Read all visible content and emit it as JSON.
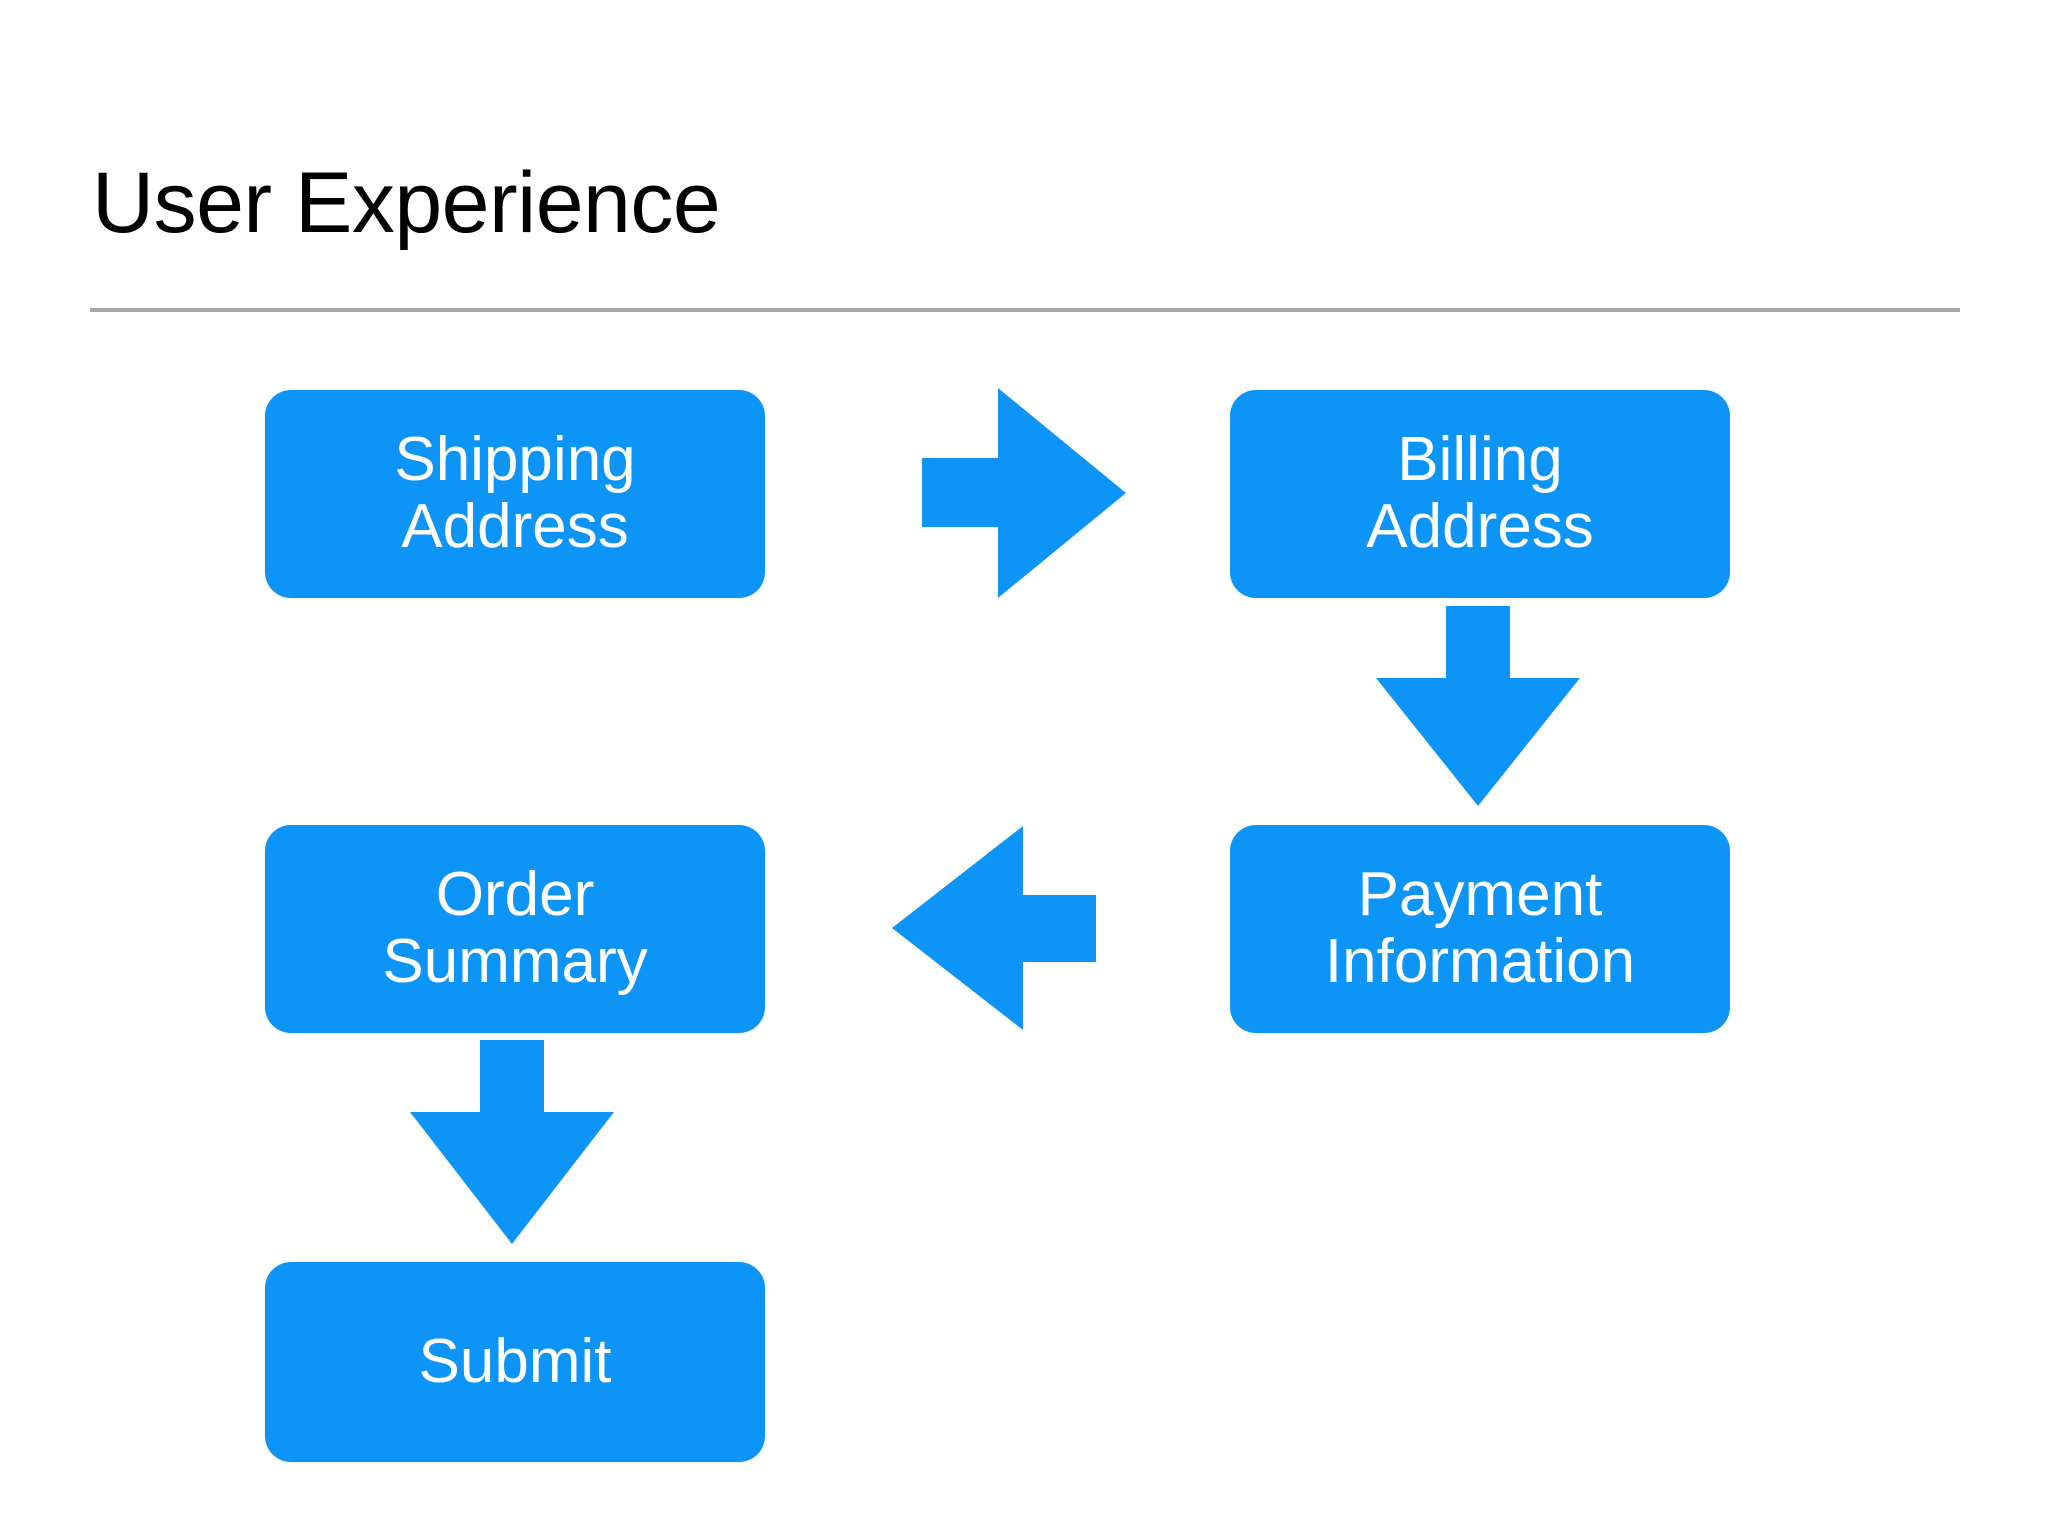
{
  "slide": {
    "title": "User Experience",
    "background_color": "#ffffff",
    "divider_color": "#a6a6a6",
    "accent_color": "#0d94f7",
    "text_on_accent_color": "#ffffff",
    "title_color": "#000000"
  },
  "diagram": {
    "type": "flowchart",
    "nodes": [
      {
        "id": "shipping",
        "label": "Shipping\nAddress",
        "shape": "rounded-rectangle",
        "color": "#0d94f7"
      },
      {
        "id": "billing",
        "label": "Billing\nAddress",
        "shape": "rounded-rectangle",
        "color": "#0d94f7"
      },
      {
        "id": "order",
        "label": "Order\nSummary",
        "shape": "rounded-rectangle",
        "color": "#0d94f7"
      },
      {
        "id": "payment",
        "label": "Payment\nInformation",
        "shape": "rounded-rectangle",
        "color": "#0d94f7"
      },
      {
        "id": "submit",
        "label": "Submit",
        "shape": "rounded-rectangle",
        "color": "#0d94f7"
      }
    ],
    "connectors": [
      {
        "id": "c1",
        "from": "shipping",
        "to": "billing",
        "direction": "right",
        "icon": "arrow-right-icon"
      },
      {
        "id": "c2",
        "from": "billing",
        "to": "payment",
        "direction": "down",
        "icon": "arrow-down-icon"
      },
      {
        "id": "c3",
        "from": "payment",
        "to": "order",
        "direction": "left",
        "icon": "arrow-left-icon"
      },
      {
        "id": "c4",
        "from": "order",
        "to": "submit",
        "direction": "down",
        "icon": "arrow-down-icon"
      }
    ]
  }
}
